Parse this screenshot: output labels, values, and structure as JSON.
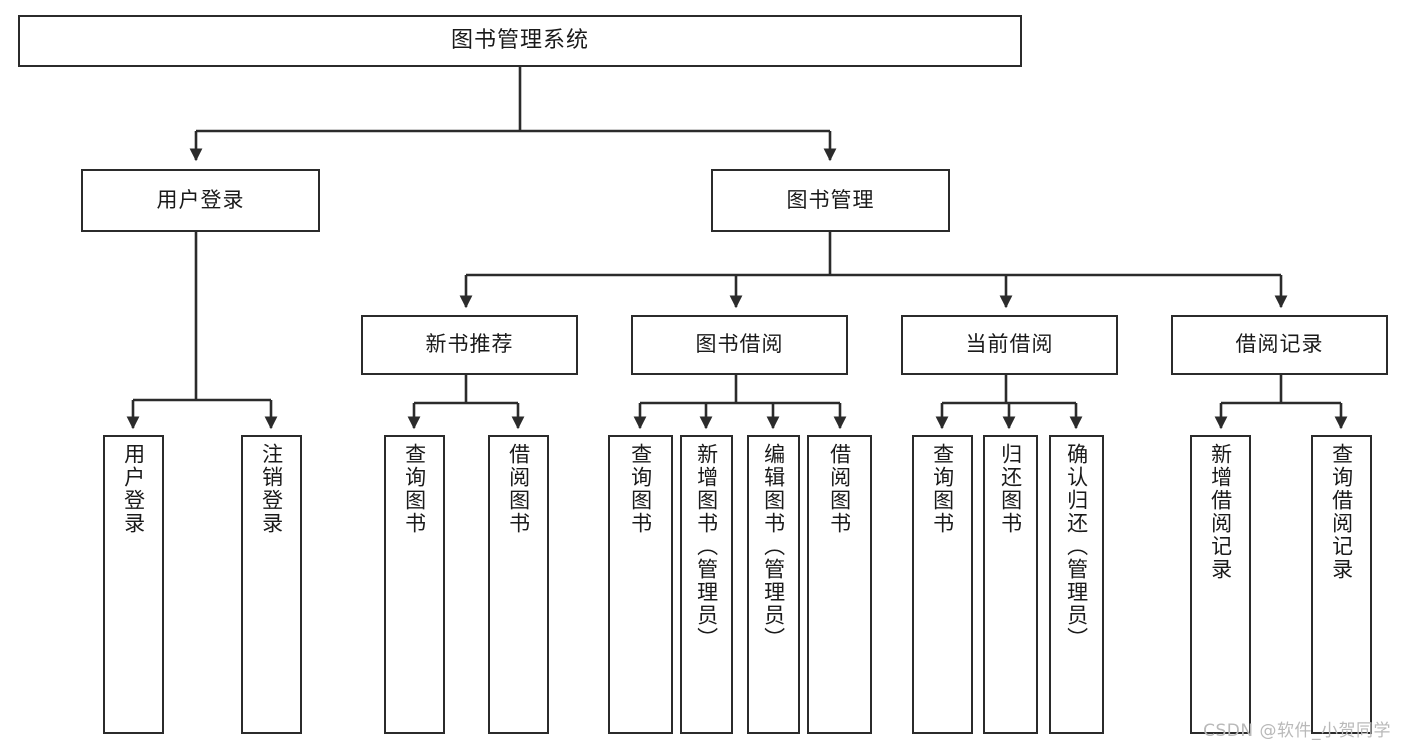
{
  "diagram": {
    "title": "图书管理系统",
    "type": "tree-hierarchy-chart",
    "root": {
      "label": "图书管理系统"
    },
    "level2": [
      {
        "label": "用户登录"
      },
      {
        "label": "图书管理"
      }
    ],
    "level3": [
      {
        "label": "新书推荐"
      },
      {
        "label": "图书借阅"
      },
      {
        "label": "当前借阅"
      },
      {
        "label": "借阅记录"
      }
    ],
    "leaves_user_login": [
      {
        "label": "用户登录"
      },
      {
        "label": "注销登录"
      }
    ],
    "leaves_new_book": [
      {
        "label": "查询图书"
      },
      {
        "label": "借阅图书"
      }
    ],
    "leaves_borrow": [
      {
        "label": "查询图书"
      },
      {
        "label": "新增图书（管理员）"
      },
      {
        "label": "编辑图书（管理员）"
      },
      {
        "label": "借阅图书"
      }
    ],
    "leaves_current": [
      {
        "label": "查询图书"
      },
      {
        "label": "归还图书"
      },
      {
        "label": "确认归还（管理员）"
      }
    ],
    "leaves_records": [
      {
        "label": "新增借阅记录"
      },
      {
        "label": "查询借阅记录"
      }
    ]
  },
  "watermark": {
    "text": "CSDN @软件_小贺同学"
  },
  "colors": {
    "border": "#2b2b2b",
    "background": "#ffffff",
    "text": "#1a1a1a",
    "watermark": "#b9b9b9"
  }
}
